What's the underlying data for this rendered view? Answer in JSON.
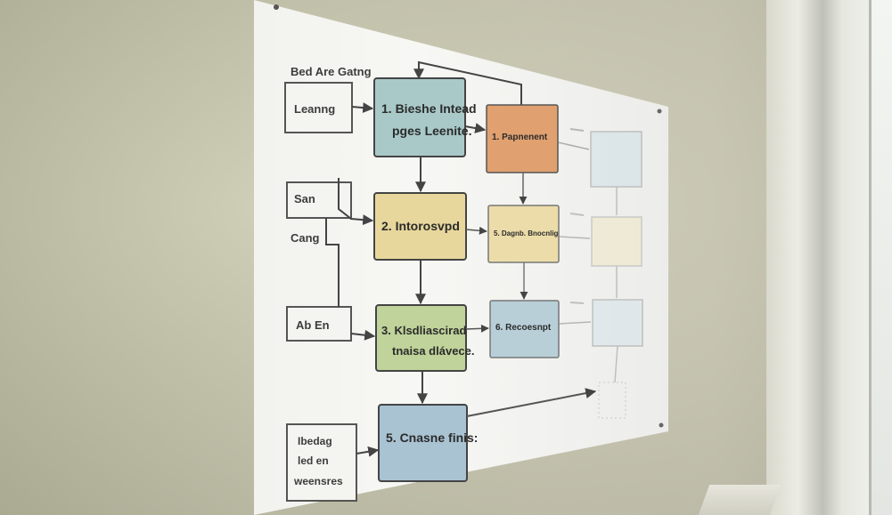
{
  "poster": {
    "top_left_label": "Bed Are Gatng",
    "boxes": {
      "b1": {
        "line1": "1. Bieshe Intead",
        "line2": "pges Leenite.",
        "color": "#a9c9c9"
      },
      "b2": {
        "line1": "2. Intorosvpd",
        "line2": "",
        "color": "#e8d79c"
      },
      "b3": {
        "line1": "3. Klsdliascirad",
        "line2": "tnaisa dlávece.",
        "color": "#bfd39a"
      },
      "b5": {
        "line1": "5. Cnasne finis:",
        "line2": "",
        "color": "#a9c3d2"
      },
      "r1": {
        "line1": "1. Papnenent",
        "color": "#e0a06f"
      },
      "r2": {
        "line1": "5. Dagnb. Bnocnlig",
        "color": "#ecdca9"
      },
      "r3": {
        "line1": "6. Recoesnpt",
        "color": "#b8cfd8"
      }
    },
    "side": {
      "s1": "Leanng",
      "s2": "San",
      "s3": "Cang",
      "s4": "Ab En",
      "s5": [
        "Ibedag",
        "led en",
        "weensres"
      ]
    }
  }
}
